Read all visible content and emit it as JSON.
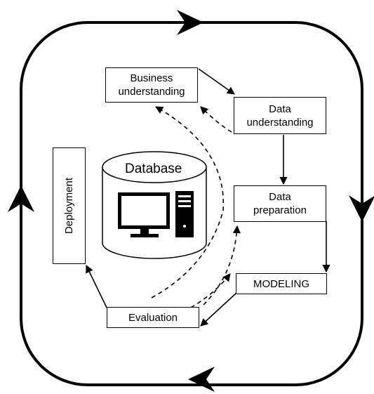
{
  "nodes": {
    "business": "Business\nunderstanding",
    "data_understanding": "Data\nunderstanding",
    "data_preparation": "Data\npreparation",
    "modeling": "MODELING",
    "evaluation": "Evaluation",
    "deployment": "Deployment",
    "database": "Database"
  },
  "icons": [
    "monitor-icon",
    "computer-tower-icon",
    "cycle-arrow-icon"
  ],
  "colors": {
    "stroke": "#000000",
    "background": "#ffffff"
  }
}
